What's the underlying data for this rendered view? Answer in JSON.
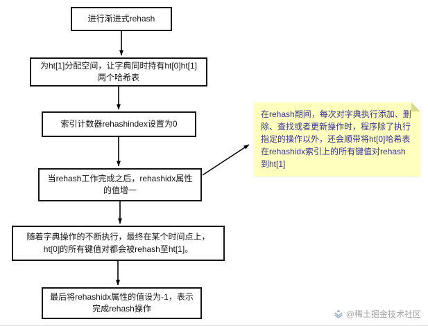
{
  "flowchart": {
    "boxes": [
      {
        "text": "进行渐进式rehash"
      },
      {
        "text": "为ht[1]分配空间，让字典同时持有ht[0]ht[1]两个哈希表"
      },
      {
        "text": "索引计数器rehashindex设置为0"
      },
      {
        "text": "当rehash工作完成之后，rehashidx属性的值增一"
      },
      {
        "text": "随着字典操作的不断执行，最终在某个时间点上，ht[0]的所有键值对都会被rehash至ht[1]。"
      },
      {
        "text": "最后将rehashidx属性的值设为-1，表示完成rehash操作"
      }
    ],
    "note": {
      "text": "在rehash期间，每次对字典执行添加、删除、查找或者更新操作时，程序除了执行指定的操作以外，还会顺带将ht[0]哈希表在rehashidx索引上的所有键值对rehash到ht[1]",
      "bg_color": "#ffffbe",
      "fold_color": "#d9d98a",
      "text_color": "#333399"
    },
    "arrow_color": "#000000",
    "box_border_color": "#141414"
  },
  "watermark": {
    "text": "@稀土掘金技术社区",
    "color": "#a3a3a3",
    "icon_color": "#8fa8c8"
  }
}
